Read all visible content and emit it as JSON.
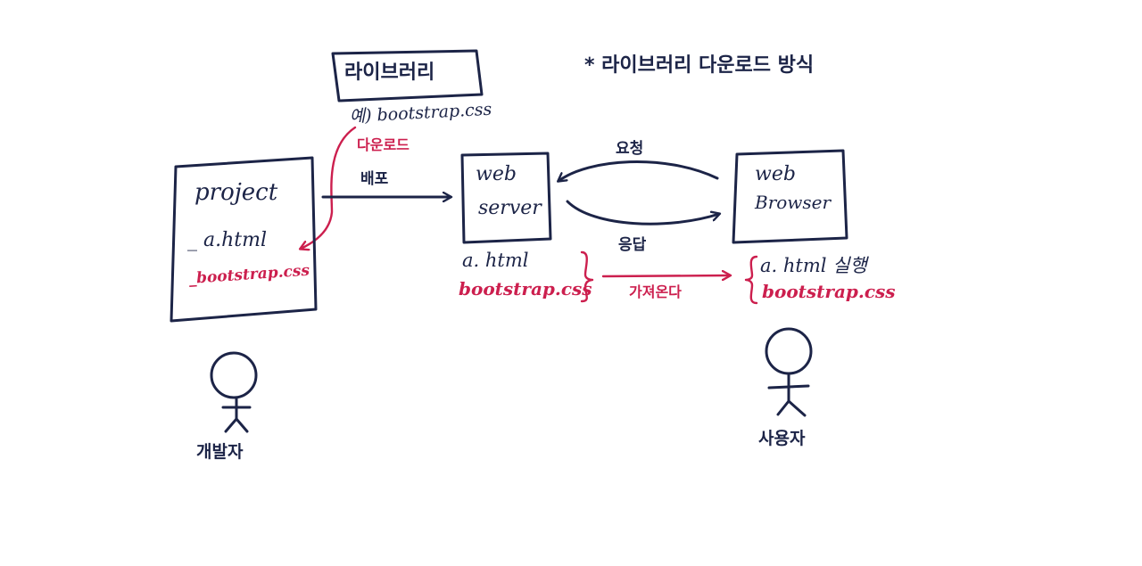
{
  "title": "* 라이브러리   다운로드 방식",
  "library": {
    "label": "라이브러리",
    "example": "예) bootstrap.css"
  },
  "download_label": "다운로드",
  "deploy_label": "배포",
  "project": {
    "label": "project",
    "file_html": "_ a.html",
    "file_css": "_bootstrap.css"
  },
  "web_server": {
    "line1": "web",
    "line2": "server",
    "file_html": "a. html",
    "file_css": "bootstrap.css"
  },
  "web_browser": {
    "line1": "web",
    "line2": "Browser",
    "file_html": "a. html  실행",
    "file_css": "bootstrap.css"
  },
  "request_label": "요청",
  "response_label": "응답",
  "fetch_label": "가져온다",
  "developer_label": "개발자",
  "user_label": "사용자",
  "colors": {
    "ink": "#1c2447",
    "accent": "#cc1f4e"
  }
}
